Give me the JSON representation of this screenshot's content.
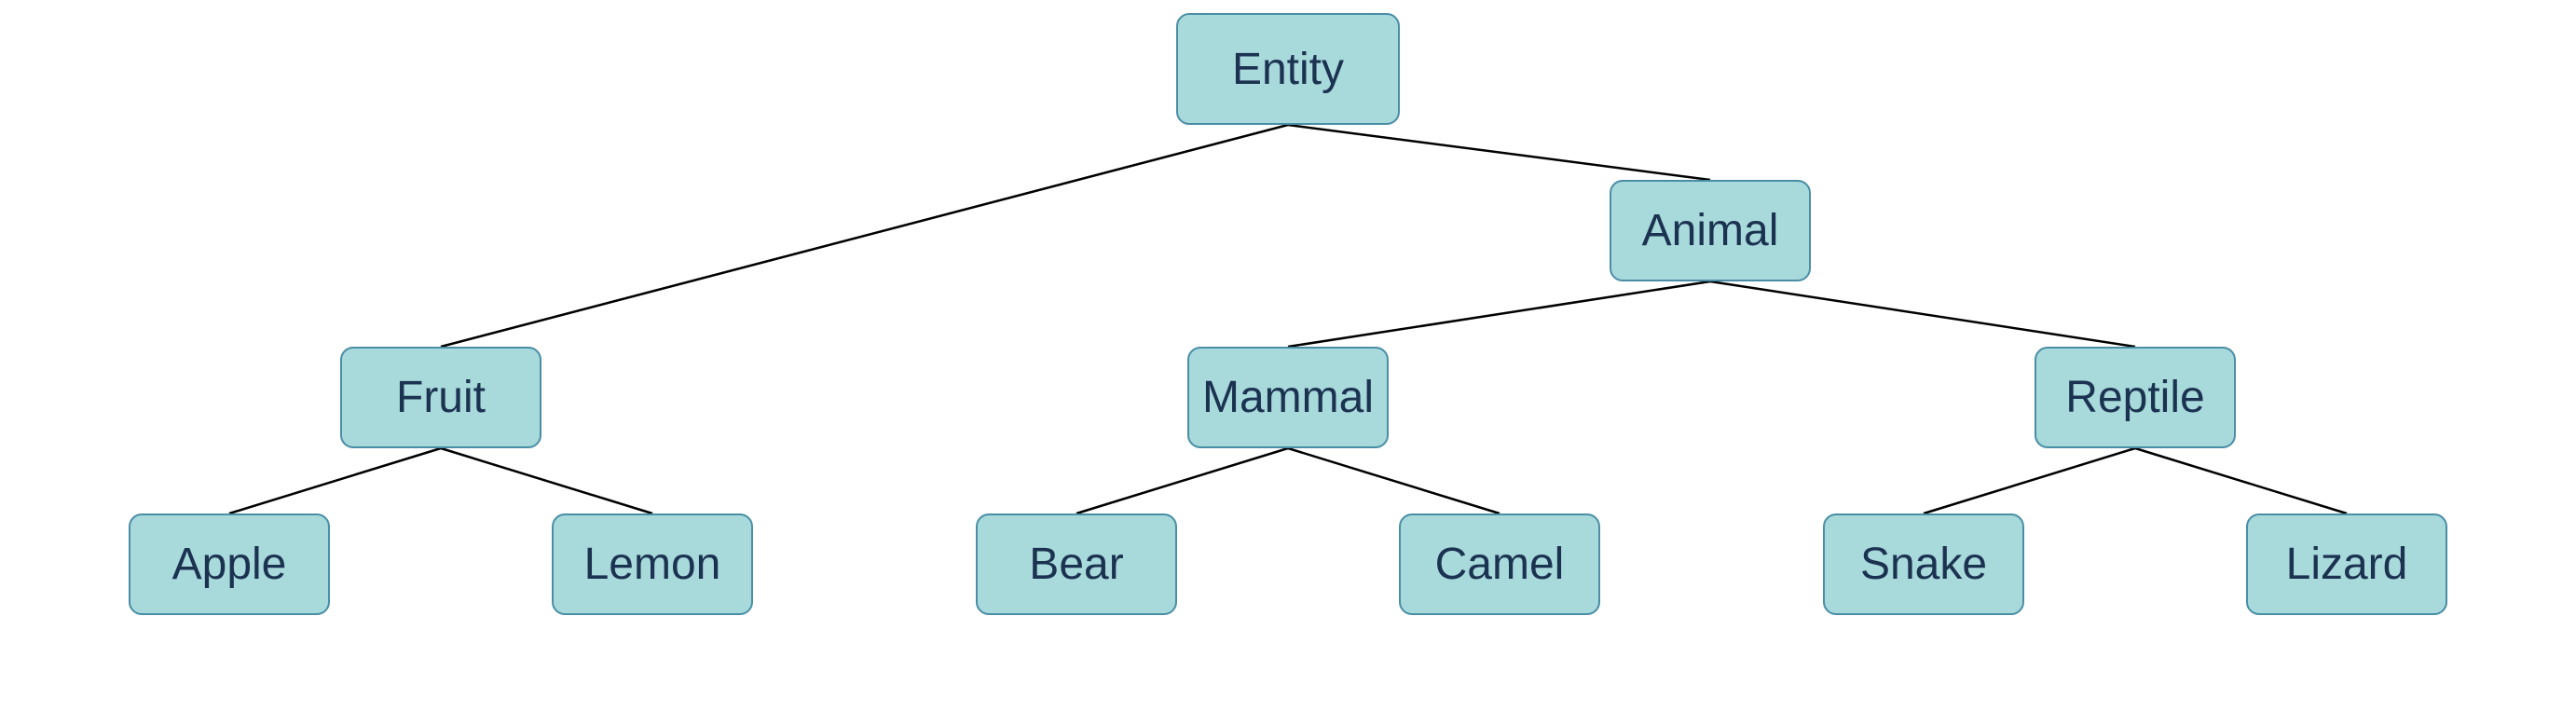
{
  "tree": {
    "nodes": [
      {
        "id": "entity",
        "label": "Entity",
        "parent": null
      },
      {
        "id": "animal",
        "label": "Animal",
        "parent": "entity"
      },
      {
        "id": "fruit",
        "label": "Fruit",
        "parent": "entity"
      },
      {
        "id": "mammal",
        "label": "Mammal",
        "parent": "animal"
      },
      {
        "id": "reptile",
        "label": "Reptile",
        "parent": "animal"
      },
      {
        "id": "apple",
        "label": "Apple",
        "parent": "fruit"
      },
      {
        "id": "lemon",
        "label": "Lemon",
        "parent": "fruit"
      },
      {
        "id": "bear",
        "label": "Bear",
        "parent": "mammal"
      },
      {
        "id": "camel",
        "label": "Camel",
        "parent": "mammal"
      },
      {
        "id": "snake",
        "label": "Snake",
        "parent": "reptile"
      },
      {
        "id": "lizard",
        "label": "Lizard",
        "parent": "reptile"
      }
    ]
  },
  "colors": {
    "node_fill": "#a8d9db",
    "node_border": "#4a8ea6",
    "node_text": "#1b3250",
    "edge": "#000000"
  }
}
